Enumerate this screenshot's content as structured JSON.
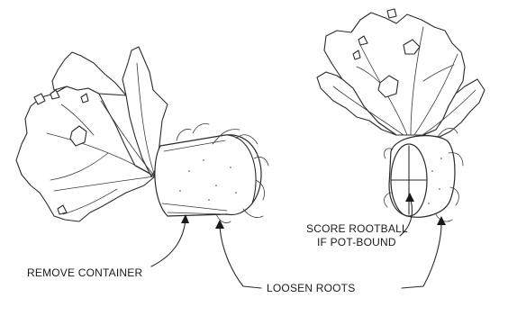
{
  "labels": {
    "remove_container": "REMOVE CONTAINER",
    "loosen_roots": "LOOSEN ROOTS",
    "score_rootball_line1": "SCORE ROOTBALL",
    "score_rootball_line2": "IF POT-BOUND"
  },
  "colors": {
    "ink": "#2a2a2a",
    "background": "#ffffff"
  }
}
